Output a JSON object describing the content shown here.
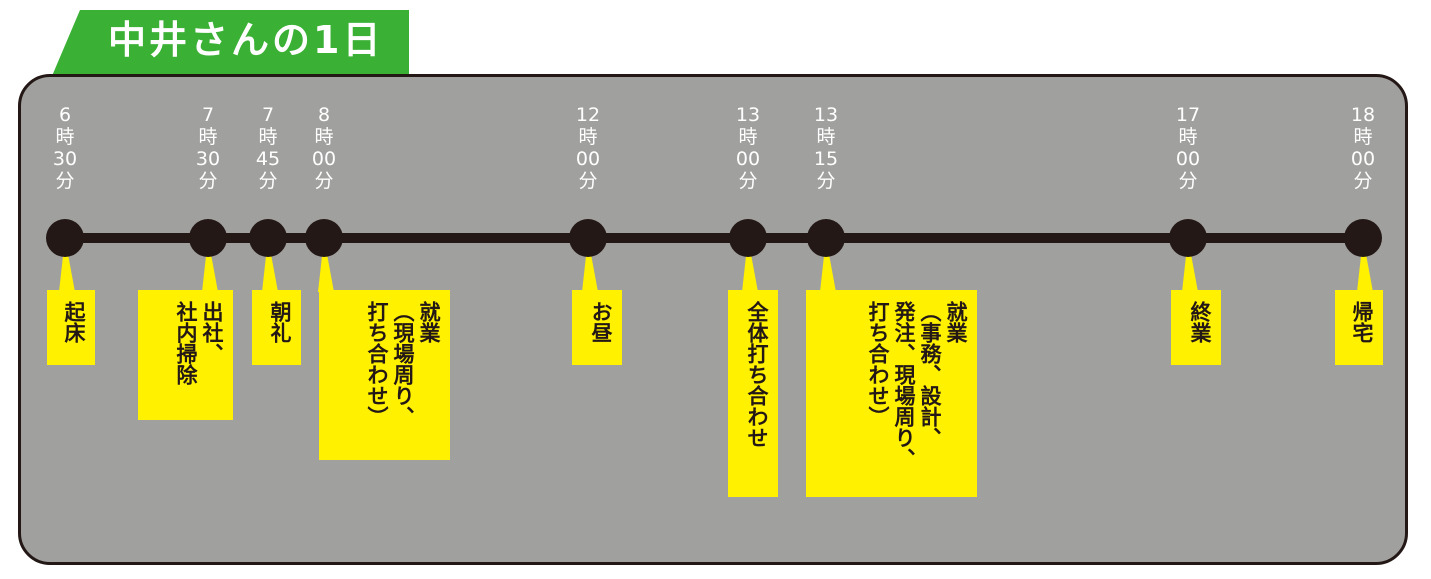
{
  "title": "中井さんの1日",
  "colors": {
    "panel": "#a0a09f",
    "line": "#231816",
    "callout": "#fff100",
    "title_bg": "#3ab035",
    "time_text": "#ffffff"
  },
  "events": [
    {
      "time": "6\n時\n30\n分",
      "label": "起床"
    },
    {
      "time": "7\n時\n30\n分",
      "label": "出社、\n社内掃除"
    },
    {
      "time": "7\n時\n45\n分",
      "label": "朝礼"
    },
    {
      "time": "8\n時\n00\n分",
      "label": "就業\n（現場周り、\n打ち合わせ）"
    },
    {
      "time": "12\n時\n00\n分",
      "label": "お昼"
    },
    {
      "time": "13\n時\n00\n分",
      "label": "全体打ち合わせ"
    },
    {
      "time": "13\n時\n15\n分",
      "label": "就業\n（事務、設計、\n発注、現場周り、\n打ち合わせ）"
    },
    {
      "time": "17\n時\n00\n分",
      "label": "終業"
    },
    {
      "time": "18\n時\n00\n分",
      "label": "帰宅"
    }
  ]
}
